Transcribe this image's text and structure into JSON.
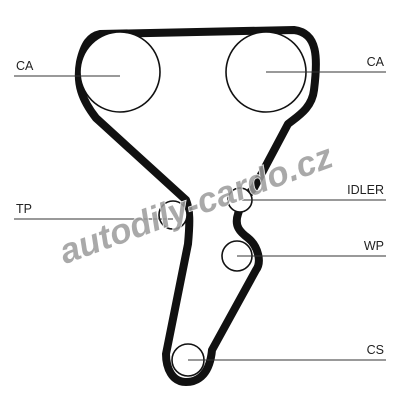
{
  "labels": {
    "ca_left": "CA",
    "ca_right": "CA",
    "tp": "TP",
    "idler": "IDLER",
    "wp": "WP",
    "cs": "CS"
  },
  "watermark": {
    "text": "autodily-cardo.cz"
  },
  "colors": {
    "belt": "#111111",
    "pulley": "#111111",
    "leader": "#333333",
    "label": "#222222",
    "watermark_fill": "#9a9a9a",
    "watermark_stroke": "#ffffff",
    "background": "#ffffff"
  }
}
